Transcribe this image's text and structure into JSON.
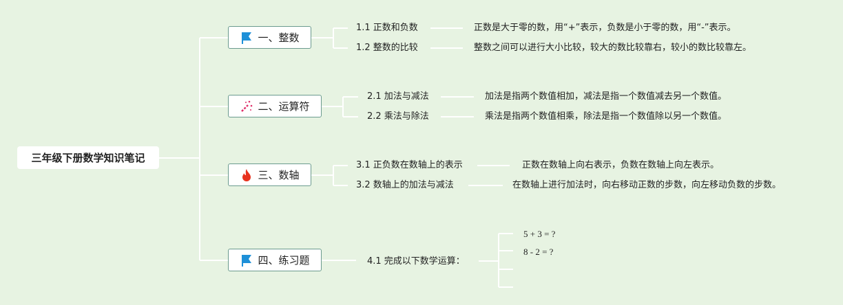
{
  "root": "三年级下册数学知识笔记",
  "topics": [
    {
      "label": "一、整数",
      "icon": "flag-icon",
      "items": [
        {
          "title": "1.1 正数和负数",
          "desc": "正数是大于零的数，用“+”表示，负数是小于零的数，用“-”表示。"
        },
        {
          "title": "1.2 整数的比较",
          "desc": "整数之间可以进行大小比较，较大的数比较靠右，较小的数比较靠左。"
        }
      ]
    },
    {
      "label": "二、运算符",
      "icon": "magic-wand-icon",
      "items": [
        {
          "title": "2.1 加法与减法",
          "desc": "加法是指两个数值相加，减法是指一个数值减去另一个数值。"
        },
        {
          "title": "2.2 乘法与除法",
          "desc": "乘法是指两个数值相乘，除法是指一个数值除以另一个数值。"
        }
      ]
    },
    {
      "label": "三、数轴",
      "icon": "fire-icon",
      "items": [
        {
          "title": "3.1 正负数在数轴上的表示",
          "desc": "正数在数轴上向右表示，负数在数轴上向左表示。"
        },
        {
          "title": "3.2 数轴上的加法与减法",
          "desc": "在数轴上进行加法时，向右移动正数的步数，向左移动负数的步数。"
        }
      ]
    },
    {
      "label": "四、练习题",
      "icon": "flag-icon",
      "items": [
        {
          "title": "4.1 完成以下数学运算：",
          "exercises": [
            "5 + 3 = ?",
            "8 - 2 = ?"
          ]
        }
      ]
    }
  ]
}
